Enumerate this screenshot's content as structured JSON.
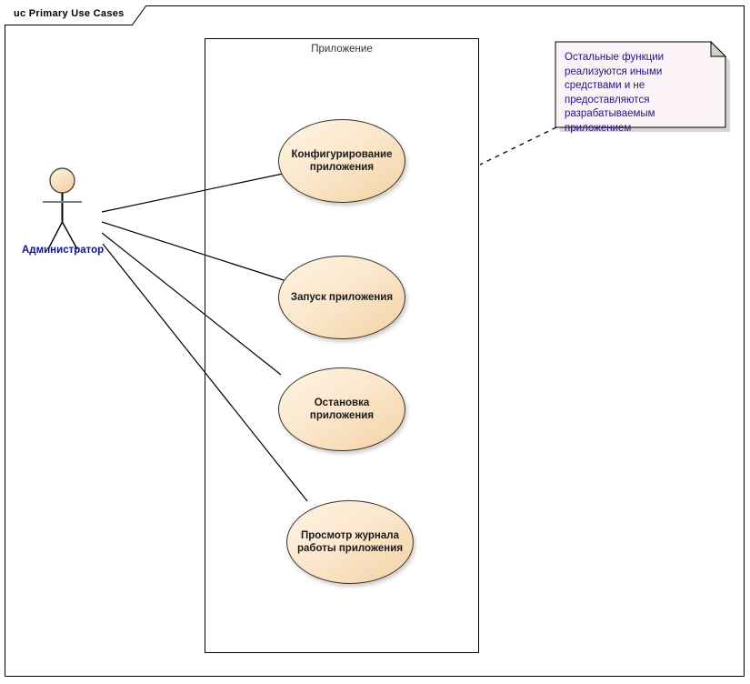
{
  "diagram": {
    "frame_label": "uc Primary Use Cases",
    "kind": "uc",
    "name": "Primary Use Cases"
  },
  "boundary": {
    "label": "Приложение"
  },
  "actor": {
    "label": "Администратор",
    "icon": "stick-figure-actor-icon"
  },
  "use_cases": [
    {
      "label_line1": "Конфигурирование",
      "label_line2": "приложения"
    },
    {
      "label_line1": "Запуск приложения",
      "label_line2": ""
    },
    {
      "label_line1": "Остановка",
      "label_line2": "приложения"
    },
    {
      "label_line1": "Просмотр журнала",
      "label_line2": "работы приложения"
    }
  ],
  "note": {
    "text": "Остальные функции реализуются иными средствами и не предоставляются разрабатываемым приложением"
  },
  "colors": {
    "usecase_fill_light": "#fdf3e3",
    "usecase_fill_dark": "#f3d2a5",
    "usecase_stroke": "#3a3024",
    "note_fill": "#fbf3f8",
    "note_text": "#27157a",
    "actor_label": "#10108a",
    "line": "#000000",
    "boundary_label": "#3b2f2f"
  }
}
